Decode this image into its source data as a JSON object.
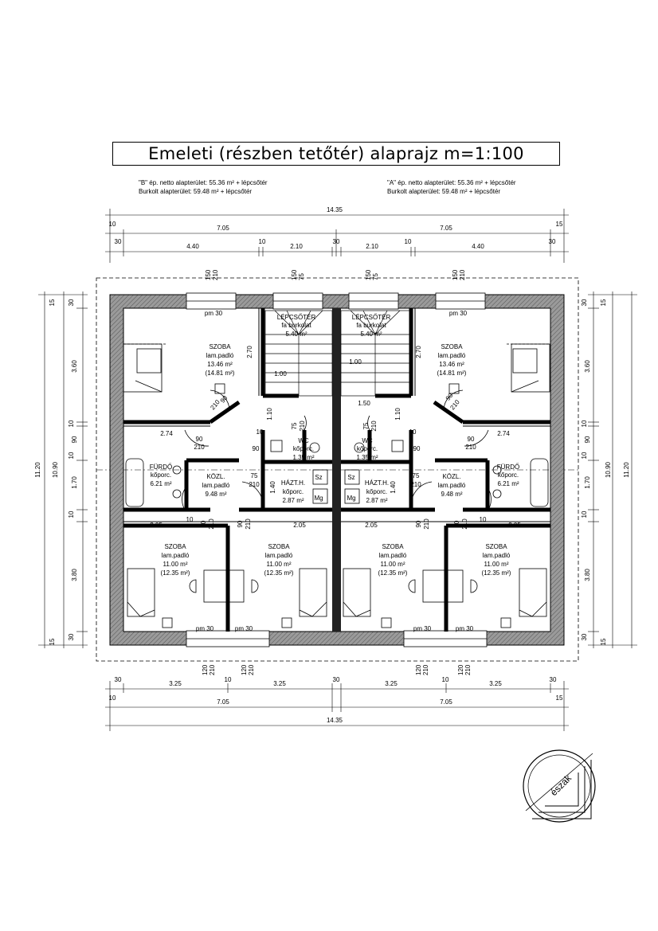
{
  "title": "Emeleti (részben tetőtér) alaprajz m=1:100",
  "notes": {
    "b_net": "\"B\" ép. netto alapterület: 55.36 m² + lépcsőtér",
    "b_gross": "Burkolt alapterület: 59.48 m² + lépcsőtér",
    "a_net": "\"A\" ép. netto alapterület: 55.36 m² + lépcsőtér",
    "a_gross": "Burkolt alapterület: 59.48 m² + lépcsőtér"
  },
  "dims_top": {
    "total": "14.35",
    "row2": [
      "10",
      "7.05",
      "7.05",
      "15"
    ],
    "row3": [
      "30",
      "4.40",
      "10",
      "2.10",
      "30",
      "2.10",
      "10",
      "4.40",
      "30"
    ],
    "win1": [
      "150",
      "210"
    ],
    "win2": [
      "150",
      "75"
    ],
    "win3": [
      "150",
      "75"
    ],
    "win4": [
      "150",
      "210"
    ]
  },
  "dims_bottom": {
    "row1": [
      "30",
      "3.25",
      "10",
      "3.25",
      "30",
      "3.25",
      "10",
      "3.25",
      "30"
    ],
    "row2": [
      "10",
      "7.05",
      "7.05",
      "15"
    ],
    "total": "14.35",
    "win": [
      "120",
      "210"
    ]
  },
  "dims_left": {
    "inner": [
      "15",
      "30",
      "3.60",
      "10",
      "90",
      "10",
      "1.70",
      "10",
      "3.80",
      "30",
      "15"
    ],
    "mid": "10.90",
    "total": "11.20"
  },
  "dims_right": {
    "inner": [
      "15",
      "30",
      "3.60",
      "10",
      "90",
      "10",
      "1.70",
      "10",
      "3.80",
      "30",
      "15"
    ],
    "mid": "10.90",
    "total": "11.20"
  },
  "rooms": {
    "szoba_big_b": [
      "SZOBA",
      "lam.padló",
      "13.46 m²",
      "(14.81 m²)"
    ],
    "szoba_big_a": [
      "SZOBA",
      "lam.padló",
      "13.46 m²",
      "(14.81 m²)"
    ],
    "lepcso_b": [
      "LÉPCSŐTÉR",
      "fa burkolat",
      "5.40 m²"
    ],
    "lepcso_a": [
      "LÉPCSŐTÉR",
      "fa burkolat",
      "5.40 m²"
    ],
    "furdo_b": [
      "FÜRDŐ",
      "kőporc.",
      "6.21 m²"
    ],
    "furdo_a": [
      "FÜRDŐ",
      "kőporc.",
      "6.21 m²"
    ],
    "kozl_b": [
      "KÖZL.",
      "lam.padló",
      "9.48 m²"
    ],
    "kozl_a": [
      "KÖZL.",
      "lam.padló",
      "9.48 m²"
    ],
    "wc_b": [
      "WC",
      "kőporc.",
      "1.35 m²"
    ],
    "wc_a": [
      "WC",
      "kőporc.",
      "1.35 m²"
    ],
    "hazt_b": [
      "HÁZT.H.",
      "kőporc.",
      "2.87 m²"
    ],
    "hazt_a": [
      "HÁZT.H.",
      "kőporc.",
      "2.87 m²"
    ],
    "szoba_1": [
      "SZOBA",
      "lam.padló",
      "11.00 m²",
      "(12.35 m²)"
    ],
    "szoba_2": [
      "SZOBA",
      "lam.padló",
      "11.00 m²",
      "(12.35 m²)"
    ],
    "szoba_3": [
      "SZOBA",
      "lam.padló",
      "11.00 m²",
      "(12.35 m²)"
    ],
    "szoba_4": [
      "SZOBA",
      "lam.padló",
      "11.00 m²",
      "(12.35 m²)"
    ]
  },
  "labels": {
    "pm30": "pm 30",
    "d100": "1.00",
    "d150": "1.50",
    "d270": "2.70",
    "d274": "2.74",
    "d205": "2.05",
    "d110": "1.10",
    "d140": "1.40",
    "d10": "10",
    "d90": "90",
    "d210": "210",
    "d75": "75",
    "sz": "Sz",
    "mg": "Mg"
  },
  "compass": "észak"
}
